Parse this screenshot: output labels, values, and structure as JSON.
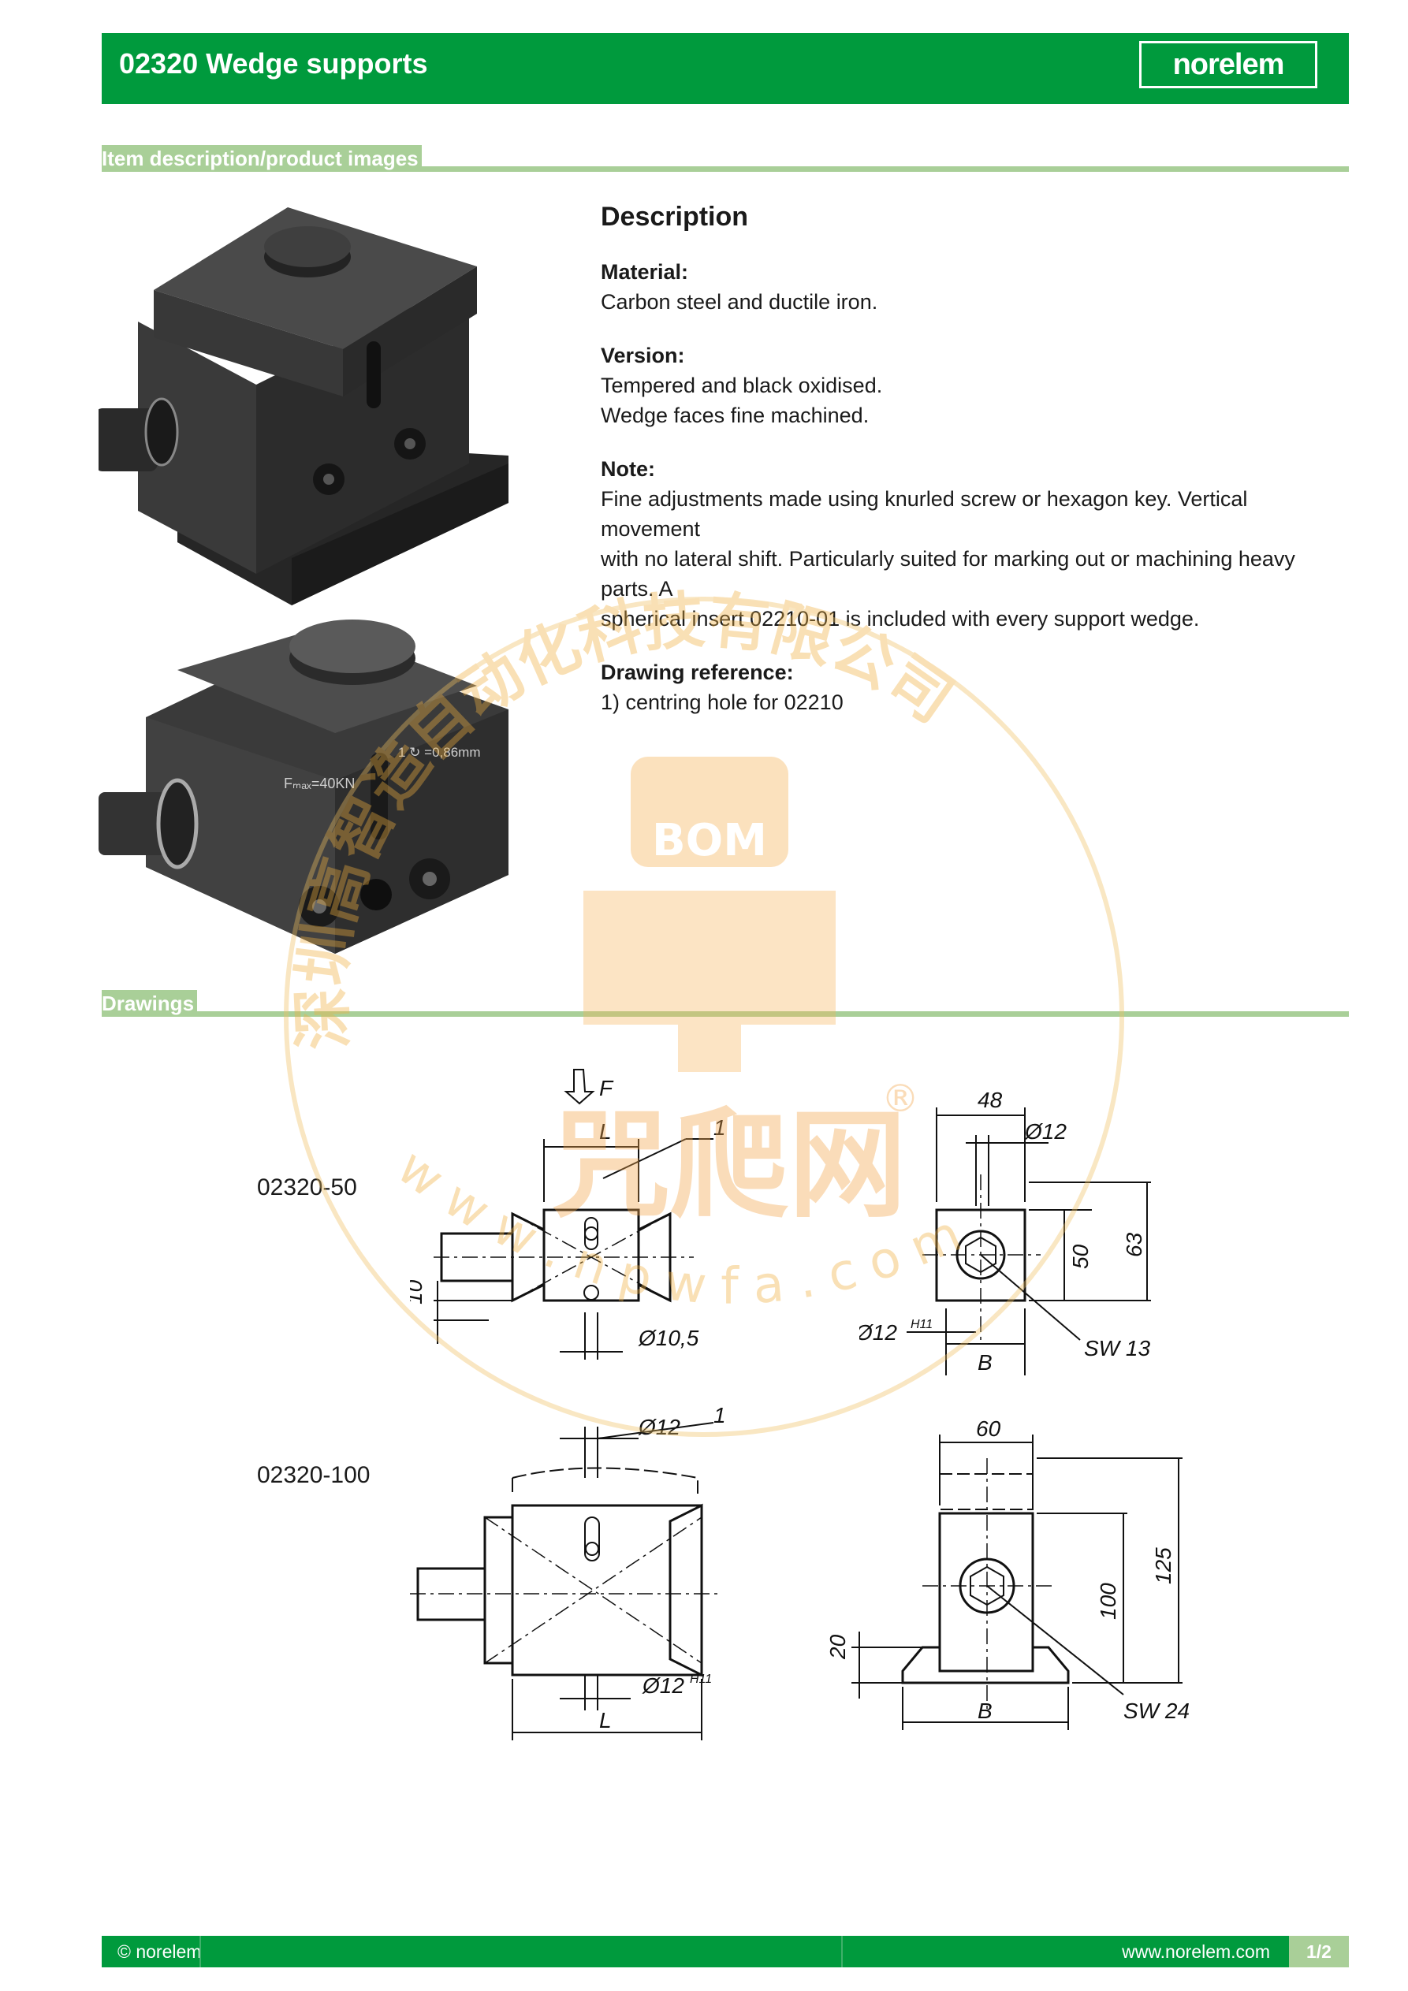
{
  "header": {
    "title": "02320 Wedge supports",
    "logo_text": "norelem",
    "brand_color": "#009a3d"
  },
  "sections": {
    "images": "Item description/product images",
    "drawings": "Drawings"
  },
  "description": {
    "heading": "Description",
    "material_label": "Material:",
    "material_text": "Carbon steel and ductile iron.",
    "version_label": "Version:",
    "version_line1": "Tempered and black oxidised.",
    "version_line2": "Wedge faces fine machined.",
    "note_label": "Note:",
    "note_line1": "Fine adjustments made using knurled screw or hexagon key. Vertical movement",
    "note_line2": "with no lateral shift. Particularly suited for marking out or machining heavy parts. A",
    "note_line3": "spherical insert 02210-01 is included with every support wedge.",
    "drawing_ref_label": "Drawing reference:",
    "drawing_ref_text": "1) centring hole for 02210"
  },
  "product_marks": {
    "force": "Fₘₐₓ=40KN",
    "stroke": "1 ↻ =0,86mm"
  },
  "drawings": {
    "a": {
      "code": "02320-50",
      "F": "F",
      "L": "L",
      "ref1": "1",
      "d10": "10",
      "d105": "Ø10,5",
      "w48": "48",
      "d12": "Ø12",
      "h50": "50",
      "h63": "63",
      "d12h": "Ø12",
      "h11": "H11",
      "B": "B",
      "sw": "SW 13"
    },
    "b": {
      "code": "02320-100",
      "d12": "Ø12",
      "ref1": "1",
      "d12h": "Ø12",
      "h11": "H11",
      "L": "L",
      "w60": "60",
      "h20": "20",
      "h100": "100",
      "h125": "125",
      "B": "B",
      "sw": "SW 24"
    }
  },
  "watermark": {
    "company": "深圳高智造自动化科技有限公司",
    "logo": "BOM",
    "brand": "咒爬网",
    "url": "w w w . n p w f a . c o m",
    "reg": "®"
  },
  "footer": {
    "copyright": "© norelem",
    "url": "www.norelem.com",
    "page": "1/2"
  }
}
